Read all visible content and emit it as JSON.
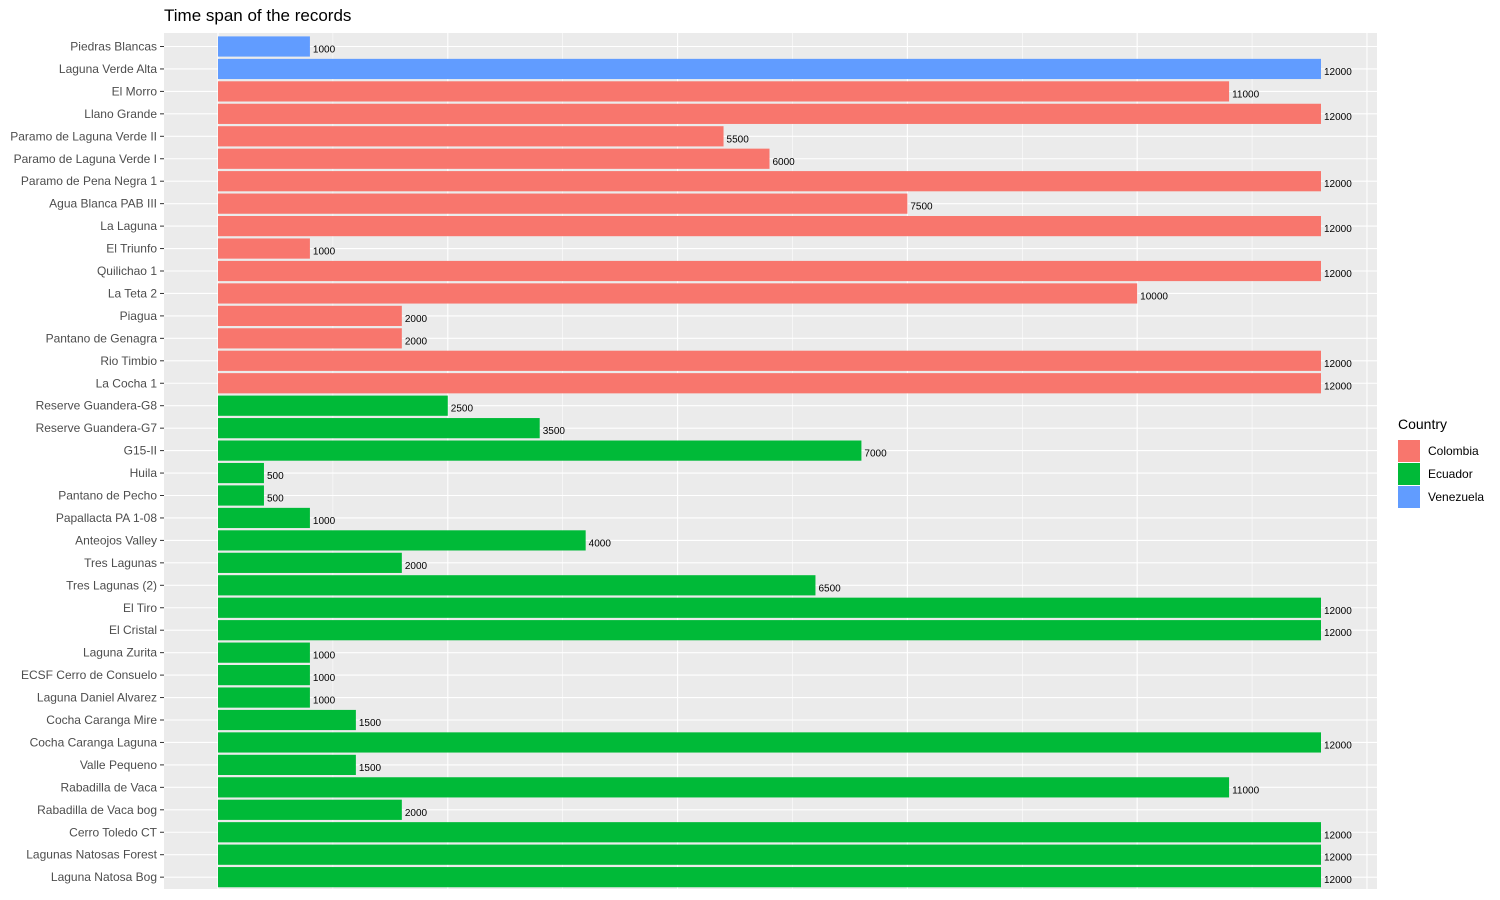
{
  "chart_data": {
    "type": "bar",
    "orientation": "horizontal",
    "title": "Time span of the records",
    "xlabel": "",
    "ylabel": "",
    "xlim": [
      0,
      12500
    ],
    "grid": true,
    "x_tick_labels_visible": false,
    "legend": {
      "title": "Country",
      "placement": "right",
      "entries": [
        {
          "name": "Colombia",
          "color": "#F8766D"
        },
        {
          "name": "Ecuador",
          "color": "#00BA38"
        },
        {
          "name": "Venezuela",
          "color": "#619CFF"
        }
      ]
    },
    "categories": [
      "Piedras Blancas",
      "Laguna Verde Alta",
      "El Morro",
      "Llano Grande",
      "Paramo de Laguna Verde II",
      "Paramo de Laguna Verde I",
      "Paramo de Pena Negra 1",
      "Agua Blanca PAB III",
      "La Laguna",
      "El Triunfo",
      "Quilichao 1",
      "La Teta 2",
      "Piagua",
      "Pantano de Genagra",
      "Rio Timbio",
      "La Cocha 1",
      "Reserve Guandera-G8",
      "Reserve Guandera-G7",
      "G15-II",
      "Huila",
      "Pantano de Pecho",
      "Papallacta PA 1-08",
      "Anteojos Valley",
      "Tres Lagunas",
      "Tres Lagunas (2)",
      "El Tiro",
      "El Cristal",
      "Laguna Zurita",
      "ECSF Cerro de Consuelo",
      "Laguna Daniel Alvarez",
      "Cocha Caranga Mire",
      "Cocha Caranga Laguna",
      "Valle Pequeno",
      "Rabadilla de Vaca",
      "Rabadilla de Vaca bog",
      "Cerro Toledo CT",
      "Lagunas Natosas Forest",
      "Laguna Natosa Bog"
    ],
    "values": [
      1000,
      12000,
      11000,
      12000,
      5500,
      6000,
      12000,
      7500,
      12000,
      1000,
      12000,
      10000,
      2000,
      2000,
      12000,
      12000,
      2500,
      3500,
      7000,
      500,
      500,
      1000,
      4000,
      2000,
      6500,
      12000,
      12000,
      1000,
      1000,
      1000,
      1500,
      12000,
      1500,
      11000,
      2000,
      12000,
      12000,
      12000
    ],
    "country": [
      "Venezuela",
      "Venezuela",
      "Colombia",
      "Colombia",
      "Colombia",
      "Colombia",
      "Colombia",
      "Colombia",
      "Colombia",
      "Colombia",
      "Colombia",
      "Colombia",
      "Colombia",
      "Colombia",
      "Colombia",
      "Colombia",
      "Ecuador",
      "Ecuador",
      "Ecuador",
      "Ecuador",
      "Ecuador",
      "Ecuador",
      "Ecuador",
      "Ecuador",
      "Ecuador",
      "Ecuador",
      "Ecuador",
      "Ecuador",
      "Ecuador",
      "Ecuador",
      "Ecuador",
      "Ecuador",
      "Ecuador",
      "Ecuador",
      "Ecuador",
      "Ecuador",
      "Ecuador",
      "Ecuador"
    ],
    "data_labels": [
      "1000",
      "12000",
      "11000",
      "12000",
      "5500",
      "6000",
      "12000",
      "7500",
      "12000",
      "1000",
      "12000",
      "10000",
      "2000",
      "2000",
      "12000",
      "12000",
      "2500",
      "3500",
      "7000",
      "500",
      "500",
      "1000",
      "4000",
      "2000",
      "6500",
      "12000",
      "12000",
      "1000",
      "1000",
      "1000",
      "1500",
      "12000",
      "1500",
      "11000",
      "2000",
      "12000",
      "12000",
      "12000"
    ]
  }
}
